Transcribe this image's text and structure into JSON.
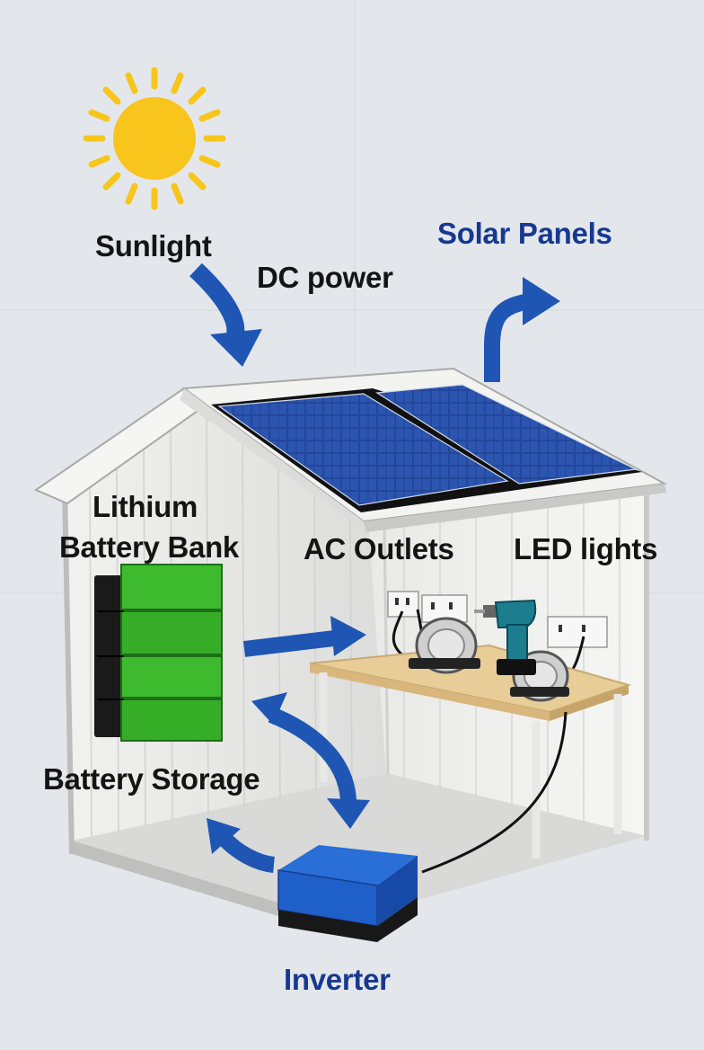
{
  "labels": {
    "sunlight": "Sunlight",
    "dc_power": "DC power",
    "solar_panels": "Solar Panels",
    "lithium_line1": "Lithium",
    "lithium_line2": "Battery Bank",
    "ac_outlets": "AC Outlets",
    "led_lights": "LED lights",
    "battery_storage": "Battery Storage",
    "inverter": "Inverter"
  },
  "colors": {
    "arrow_blue": "#1f56b3",
    "label_blue": "#17388f",
    "battery_green": "#3dba2e",
    "inverter_blue": "#1f5fc9",
    "sun_yellow": "#f7c51c",
    "panel_blue": "#1e3f8c"
  }
}
